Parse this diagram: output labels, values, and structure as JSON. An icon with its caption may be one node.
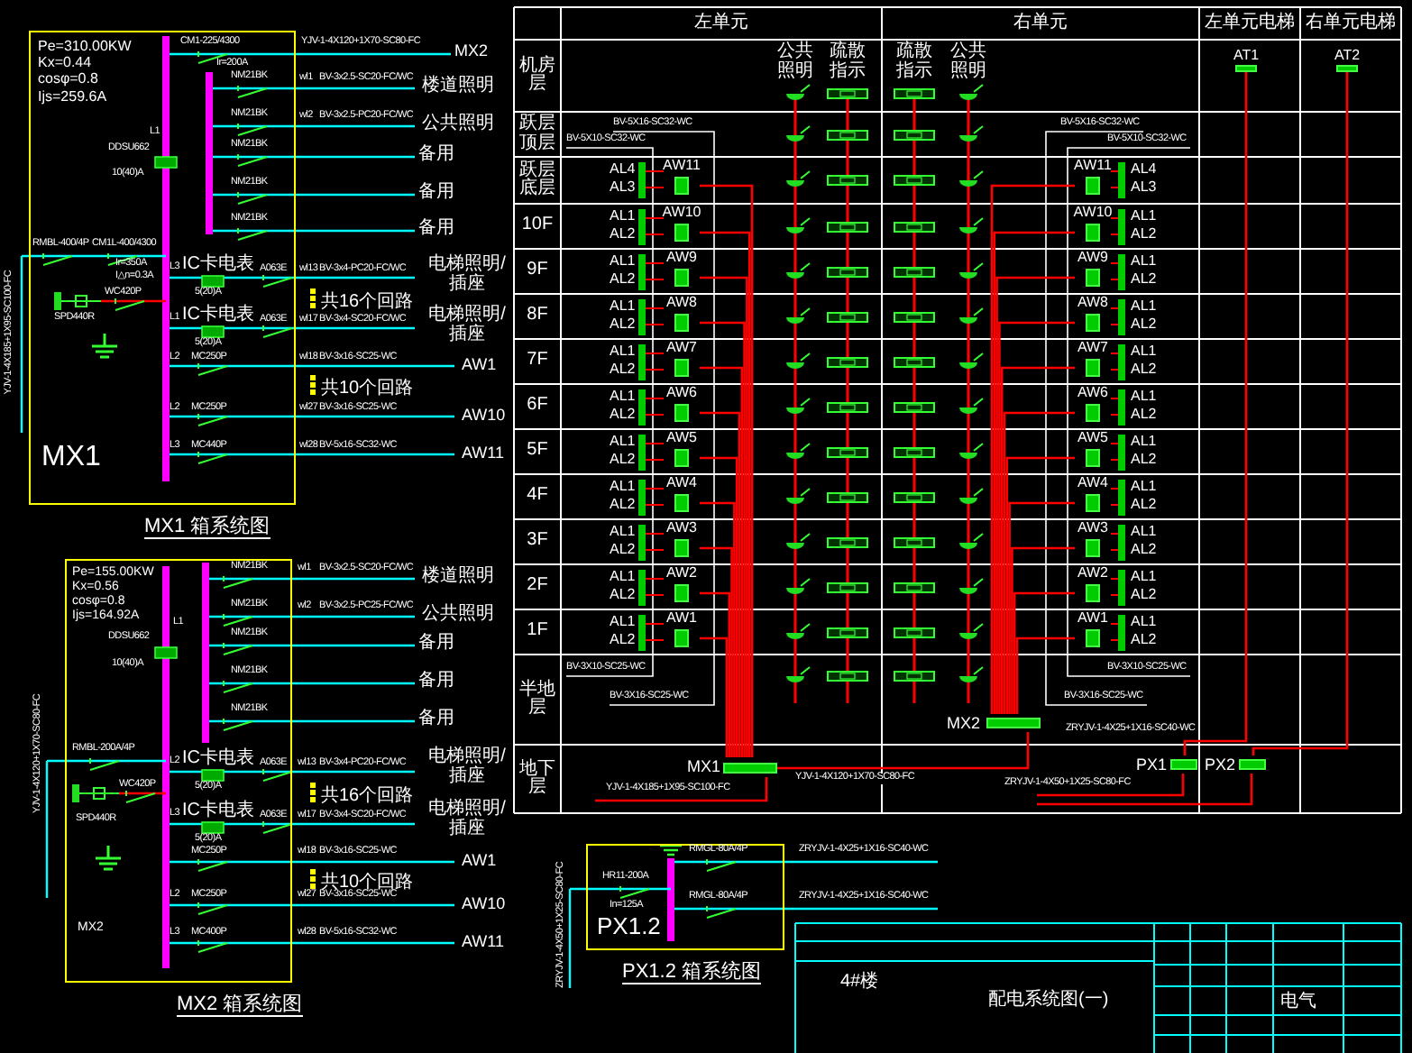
{
  "diagram": {
    "nodes": [
      {
        "text": [
          "Pe=310.00KW Kx=0.44 cosφ=0.8 Ijs=259.6A",
          "MX1"
        ],
        "beside": [
          "MX1 箱系统图"
        ]
      },
      {
        "text": [
          "Pe=155.00KW Kx=0.56 cosφ=0.8 Ijs=164.92A",
          "MX2"
        ],
        "beside": [
          "MX2 箱系统图"
        ]
      },
      {
        "text": [
          "PX1.2"
        ],
        "beside": [
          "PX1.2 箱系统图"
        ]
      },
      {
        "text": [
          "MX1"
        ]
      },
      {
        "text": [
          "MX2"
        ]
      },
      {
        "text": [
          "PX1"
        ]
      },
      {
        "text": [
          "PX2"
        ]
      },
      {
        "text": [
          "AT1"
        ]
      },
      {
        "text": [
          "AT2"
        ]
      },
      {
        "text": [
          "AW11"
        ],
        "beside": [
          "AL4",
          "AL3"
        ]
      },
      {
        "text": [
          "AW11"
        ],
        "beside": [
          "AL4",
          "AL3"
        ]
      },
      {
        "text": [
          "AW10"
        ],
        "beside": [
          "AL1",
          "AL2"
        ]
      },
      {
        "text": [
          "AW10"
        ],
        "beside": [
          "AL1",
          "AL2"
        ]
      },
      {
        "text": [
          "AW9"
        ],
        "beside": [
          "AL1",
          "AL2"
        ]
      },
      {
        "text": [
          "AW9"
        ],
        "beside": [
          "AL1",
          "AL2"
        ]
      },
      {
        "text": [
          "AW8"
        ],
        "beside": [
          "AL1",
          "AL2"
        ]
      },
      {
        "text": [
          "AW8"
        ],
        "beside": [
          "AL1",
          "AL2"
        ]
      },
      {
        "text": [
          "AW7"
        ],
        "beside": [
          "AL1",
          "AL2"
        ]
      },
      {
        "text": [
          "AW7"
        ],
        "beside": [
          "AL1",
          "AL2"
        ]
      },
      {
        "text": [
          "AW6"
        ],
        "beside": [
          "AL1",
          "AL2"
        ]
      },
      {
        "text": [
          "AW6"
        ],
        "beside": [
          "AL1",
          "AL2"
        ]
      },
      {
        "text": [
          "AW5"
        ],
        "beside": [
          "AL1",
          "AL2"
        ]
      },
      {
        "text": [
          "AW5"
        ],
        "beside": [
          "AL1",
          "AL2"
        ]
      },
      {
        "text": [
          "AW4"
        ],
        "beside": [
          "AL1",
          "AL2"
        ]
      },
      {
        "text": [
          "AW4"
        ],
        "beside": [
          "AL1",
          "AL2"
        ]
      },
      {
        "text": [
          "AW3"
        ],
        "beside": [
          "AL1",
          "AL2"
        ]
      },
      {
        "text": [
          "AW3"
        ],
        "beside": [
          "AL1",
          "AL2"
        ]
      },
      {
        "text": [
          "AW2"
        ],
        "beside": [
          "AL1",
          "AL2"
        ]
      },
      {
        "text": [
          "AW2"
        ],
        "beside": [
          "AL1",
          "AL2"
        ]
      },
      {
        "text": [
          "AW1"
        ],
        "beside": [
          "AL1",
          "AL2"
        ]
      },
      {
        "text": [
          "AW1"
        ],
        "beside": [
          "AL1",
          "AL2"
        ]
      }
    ],
    "edges": [
      {
        "from": null,
        "to": 3,
        "arrow": "none",
        "label": "YJV-1-4X185+1X95-SC100-FC"
      },
      {
        "from": 3,
        "to": 4,
        "arrow": "none",
        "label": "YJV-1-4X120+1X70-SC80-FC"
      },
      {
        "from": 3,
        "to": 9,
        "arrow": "none"
      },
      {
        "from": 4,
        "to": 10,
        "arrow": "none"
      },
      {
        "from": 3,
        "to": 11,
        "arrow": "none"
      },
      {
        "from": 4,
        "to": 12,
        "arrow": "none"
      },
      {
        "from": 3,
        "to": 13,
        "arrow": "none"
      },
      {
        "from": 4,
        "to": 14,
        "arrow": "none"
      },
      {
        "from": 3,
        "to": 15,
        "arrow": "none"
      },
      {
        "from": 4,
        "to": 16,
        "arrow": "none"
      },
      {
        "from": 3,
        "to": 17,
        "arrow": "none"
      },
      {
        "from": 4,
        "to": 18,
        "arrow": "none"
      },
      {
        "from": 3,
        "to": 19,
        "arrow": "none"
      },
      {
        "from": 4,
        "to": 20,
        "arrow": "none"
      },
      {
        "from": 3,
        "to": 21,
        "arrow": "none"
      },
      {
        "from": 4,
        "to": 22,
        "arrow": "none"
      },
      {
        "from": 3,
        "to": 23,
        "arrow": "none"
      },
      {
        "from": 4,
        "to": 24,
        "arrow": "none"
      },
      {
        "from": 3,
        "to": 25,
        "arrow": "none"
      },
      {
        "from": 4,
        "to": 26,
        "arrow": "none"
      },
      {
        "from": 3,
        "to": 27,
        "arrow": "none"
      },
      {
        "from": 4,
        "to": 28,
        "arrow": "none"
      },
      {
        "from": 3,
        "to": 29,
        "arrow": "none"
      },
      {
        "from": 4,
        "to": 30,
        "arrow": "none"
      },
      {
        "from": null,
        "to": 5,
        "arrow": "none",
        "label": "ZRYJV-1-4X50+1X25-SC80-FC"
      },
      {
        "from": null,
        "to": 6,
        "arrow": "none"
      },
      {
        "from": 5,
        "to": 7,
        "arrow": "none",
        "label": "ZRYJV-1-4X25+1X16-SC40-WC"
      },
      {
        "from": 6,
        "to": 8,
        "arrow": "none"
      }
    ],
    "labels": [
      "CM1-225/4300",
      "YJV-1-4X120+1X70-SC80-FC",
      "MX2",
      "Ir=200A",
      "NM21BK",
      "wl1",
      "BV-3x2.5-SC20-FC/WC",
      "楼道照明",
      "NM21BK",
      "wl2",
      "BV-3x2.5-PC20-FC/WC",
      "公共照明",
      "NM21BK",
      "备用",
      "NM21BK",
      "备用",
      "NM21BK",
      "备用",
      "L1",
      "DDSU662",
      "10(40)A",
      "RMBL-400/4P",
      "CM1L-400/4300",
      "Ir=350A",
      "I△n=0.3A",
      "WC420P",
      "SPD440R",
      "L3",
      "IC卡电表",
      "A063E",
      "wl13",
      "BV-3x4-PC20-FC/WC",
      "电梯照明/插座",
      "5(20)A",
      "共16个回路",
      "L1",
      "IC卡电表",
      "A063E",
      "wl17",
      "BV-3x4-SC20-FC/WC",
      "电梯照明/插座",
      "5(20)A",
      "L2",
      "MC250P",
      "wl18",
      "BV-3x16-SC25-WC",
      "AW1",
      "共10个回路",
      "L2",
      "MC250P",
      "wl27",
      "BV-3x16-SC25-WC",
      "AW10",
      "L3",
      "MC440P",
      "wl28",
      "BV-5x16-SC32-WC",
      "AW11",
      "YJV-1-4X185+1X95-SC100-FC",
      "NM21BK",
      "wl1",
      "BV-3x2.5-SC20-FC/WC",
      "楼道照明",
      "NM21BK",
      "wl2",
      "BV-3x2.5-PC25-FC/WC",
      "公共照明",
      "NM21BK",
      "备用",
      "NM21BK",
      "备用",
      "NM21BK",
      "备用",
      "L1",
      "DDSU662",
      "10(40)A",
      "RMBL-200A/4P",
      "WC420P",
      "SPD440R",
      "L2",
      "IC卡电表",
      "A063E",
      "wl13",
      "BV-3x4-PC20-FC/WC",
      "电梯照明/插座",
      "5(20)A",
      "共16个回路",
      "L3",
      "IC卡电表",
      "A063E",
      "wl17",
      "BV-3x4-SC20-FC/WC",
      "电梯照明/插座",
      "5(20)A",
      "MC250P",
      "wl18",
      "BV-3x16-SC25-WC",
      "AW1",
      "共10个回路",
      "L2",
      "MC250P",
      "wl27",
      "BV-3x16-SC25-WC",
      "AW10",
      "L3",
      "MC400P",
      "wl28",
      "BV-5x16-SC32-WC",
      "AW11",
      "YJV-1-4X120+1X70-SC80-FC",
      "HR11-200A",
      "In=125A",
      "RMGL-80A/4P",
      "ZRYJV-1-4X25+1X16-SC40-WC",
      "RMGL-80A/4P",
      "ZRYJV-1-4X25+1X16-SC40-WC",
      "ZRYJV-1-4X50+1X25-SC80-FC",
      "左单元",
      "右单元",
      "左单元电梯",
      "右单元电梯",
      "机房层",
      "公共照明",
      "疏散指示",
      "疏散指示",
      "公共照明",
      "跃层顶层",
      "跃层底层",
      "10F",
      "9F",
      "8F",
      "7F",
      "6F",
      "5F",
      "4F",
      "3F",
      "2F",
      "1F",
      "半地层",
      "地下层",
      "BV-5X16-SC32-WC",
      "BV-5X10-SC32-WC",
      "BV-5X16-SC32-WC",
      "BV-5X10-SC32-WC",
      "BV-3X10-SC25-WC",
      "BV-3X16-SC25-WC",
      "BV-3X10-SC25-WC",
      "BV-3X16-SC25-WC",
      "4#楼",
      "配电系统图(一)",
      "电气"
    ]
  }
}
